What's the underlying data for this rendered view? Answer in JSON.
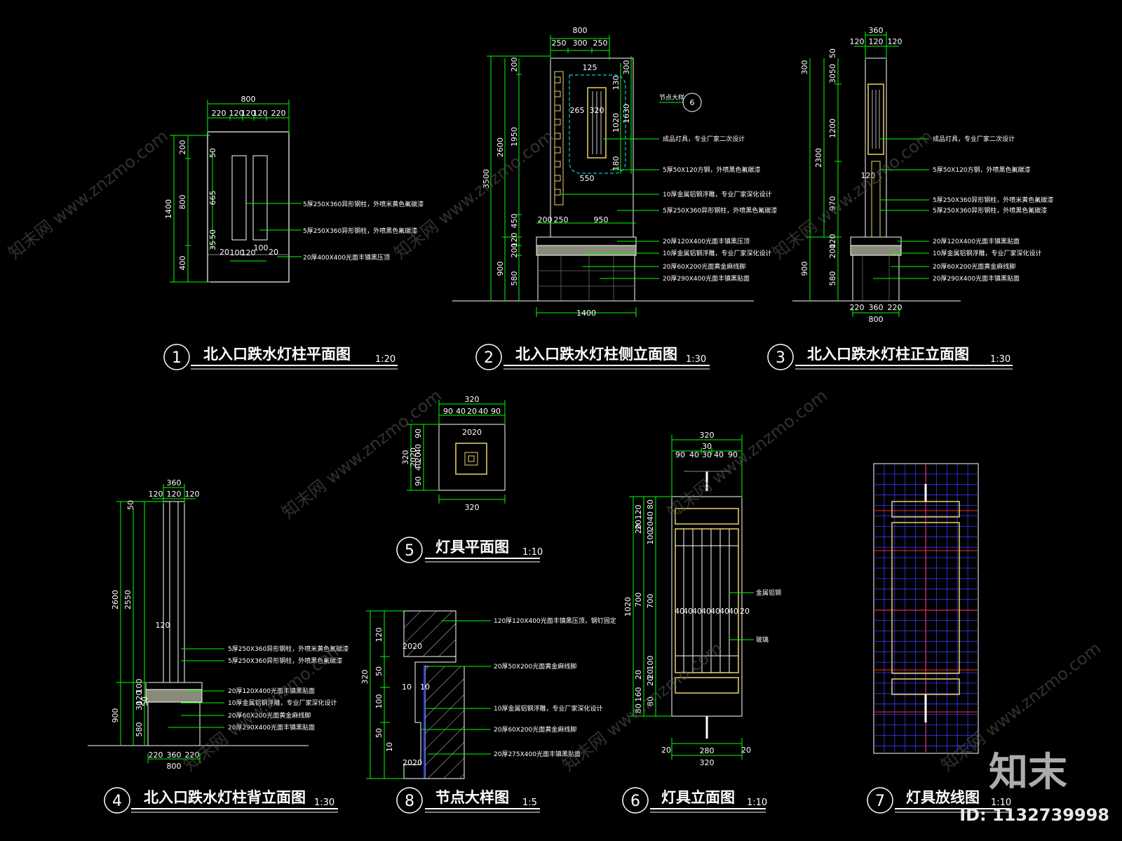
{
  "drawings": [
    {
      "num": "1",
      "title": "北入口跌水灯柱平面图",
      "scale": "1:20"
    },
    {
      "num": "2",
      "title": "北入口跌水灯柱侧立面图",
      "scale": "1:30"
    },
    {
      "num": "3",
      "title": "北入口跌水灯柱正立面图",
      "scale": "1:30"
    },
    {
      "num": "4",
      "title": "北入口跌水灯柱背立面图",
      "scale": "1:30"
    },
    {
      "num": "5",
      "title": "灯具平面图",
      "scale": "1:10"
    },
    {
      "num": "6",
      "title": "灯具立面图",
      "scale": "1:10"
    },
    {
      "num": "7",
      "title": "灯具放线图",
      "scale": "1:10"
    },
    {
      "num": "8",
      "title": "节点大样图",
      "scale": "1:5"
    }
  ],
  "d1": {
    "top": "800",
    "row": [
      "220",
      "120",
      "120",
      "120",
      "220"
    ],
    "left_total": "1400",
    "left": [
      "200",
      "800",
      "400"
    ],
    "inner": [
      "50",
      "665",
      "50",
      "35"
    ],
    "bottom": [
      "20",
      "100",
      "120",
      "100",
      "20"
    ],
    "notes": [
      "5厚250X360异形钢柱，外喷米黄色氟碳漆",
      "5厚250X360异形钢柱，外喷黑色氟碳漆",
      "20厚400X400光面丰镇黑压顶"
    ]
  },
  "d2": {
    "top": "800",
    "row": [
      "250",
      "300",
      "250"
    ],
    "outer": [
      "3500"
    ],
    "mid": [
      "2600",
      "900"
    ],
    "inner": [
      "200",
      "1950",
      "450",
      "120",
      "200",
      "580"
    ],
    "lamp": [
      "125",
      "265",
      "320",
      "550",
      "130",
      "1020",
      "300",
      "1630",
      "180"
    ],
    "base": [
      "200",
      "250",
      "950"
    ],
    "bottom": "1400",
    "callout": "6",
    "callout_note": "节点大样",
    "notes": [
      "成品灯具，专业厂家二次设计",
      "5厚50X120方钢，外喷黑色氟碳漆",
      "10厚金属铝钢浮雕，专业厂家深化设计",
      "5厚250X360异形钢柱，外喷黑色氟碳漆",
      "20厚120X400光面丰镇黑压顶",
      "10厚金属铝钢浮雕，专业厂家深化设计",
      "20厚60X200光面黄金麻线脚",
      "20厚290X400光面丰镇黑贴面"
    ]
  },
  "d3": {
    "top": "360",
    "row": [
      "120",
      "120",
      "120"
    ],
    "outer": [
      "2300",
      "900"
    ],
    "inner": [
      "300",
      "50",
      "50",
      "30",
      "1200",
      "970",
      "120",
      "200",
      "580"
    ],
    "mid": "120",
    "bottom": [
      "220",
      "360",
      "220"
    ],
    "bottom_total": "800",
    "notes": [
      "成品灯具，专业厂家二次设计",
      "5厚50X120方钢，外喷黑色氟碳漆",
      "5厚250X360异形钢柱，外喷米黄色氟碳漆",
      "5厚250X360异形钢柱，外喷黑色氟碳漆",
      "20厚120X400光面丰镇黑贴面",
      "10厚金属铝钢浮雕，专业厂家深化设计",
      "20厚60X200光面黄金麻线脚",
      "20厚290X400光面丰镇黑贴面"
    ]
  },
  "d4": {
    "top": "360",
    "row": [
      "120",
      "120",
      "120"
    ],
    "outer": [
      "50",
      "2600",
      "900"
    ],
    "inner": [
      "2550",
      "100",
      "120",
      "30",
      "50",
      "580"
    ],
    "mid": "120",
    "bottom": [
      "220",
      "360",
      "220"
    ],
    "bottom_total": "800",
    "notes": [
      "5厚250X360异形钢柱，外喷米黄色氟碳漆",
      "5厚250X360异形钢柱，外喷黑色氟碳漆",
      "20厚120X400光面丰镇黑贴面",
      "10厚金属铝钢浮雕，专业厂家深化设计",
      "20厚60X200光面黄金麻线脚",
      "20厚290X400光面丰镇黑贴面"
    ]
  },
  "d5": {
    "top": "320",
    "row": [
      "90",
      "40",
      "20",
      "40",
      "90"
    ],
    "inner": "2020",
    "left": "320",
    "left_row": [
      "90",
      "40",
      "20",
      "40",
      "90"
    ],
    "left_inner": "2020",
    "bottom": "320"
  },
  "d6": {
    "top": "320",
    "top2": "30",
    "row": [
      "90",
      "40",
      "30",
      "40",
      "90"
    ],
    "outer": "1020",
    "left": [
      "20",
      "120",
      "20",
      "700",
      "20",
      "160",
      "80"
    ],
    "inner": [
      "80",
      "40",
      "20",
      "100",
      "700",
      "100",
      "20",
      "20",
      "80"
    ],
    "bars": [
      "40",
      "40",
      "40",
      "40",
      "40",
      "40",
      "40"
    ],
    "side": "20",
    "bottom_row": [
      "20",
      "280",
      "20"
    ],
    "bottom": "320",
    "notes": [
      "金属铝钢",
      "玻璃"
    ]
  },
  "d8": {
    "left": [
      "120",
      "320",
      "50",
      "100",
      "50",
      "10"
    ],
    "small": [
      "2020",
      "10",
      "10",
      "2020"
    ],
    "notes": [
      "120厚120X400光面丰镇黑压顶，钢钉固定",
      "20厚50X200光面黄金麻线脚",
      "10厚金属铝钢浮雕，专业厂家深化设计",
      "20厚60X200光面黄金麻线脚",
      "20厚275X400光面丰镇黑贴面"
    ]
  },
  "watermark": {
    "site": "www.znzmo.com",
    "brand": "知末网",
    "logo": "知末",
    "id": "ID: 1132739998"
  },
  "colors": {
    "dim": "#00ff00",
    "line": "#ffffff",
    "yellow": "#e8d468",
    "cyan": "#00ffff",
    "red": "#ff2a2a",
    "blue": "#2a3cff",
    "grey": "#606060"
  }
}
